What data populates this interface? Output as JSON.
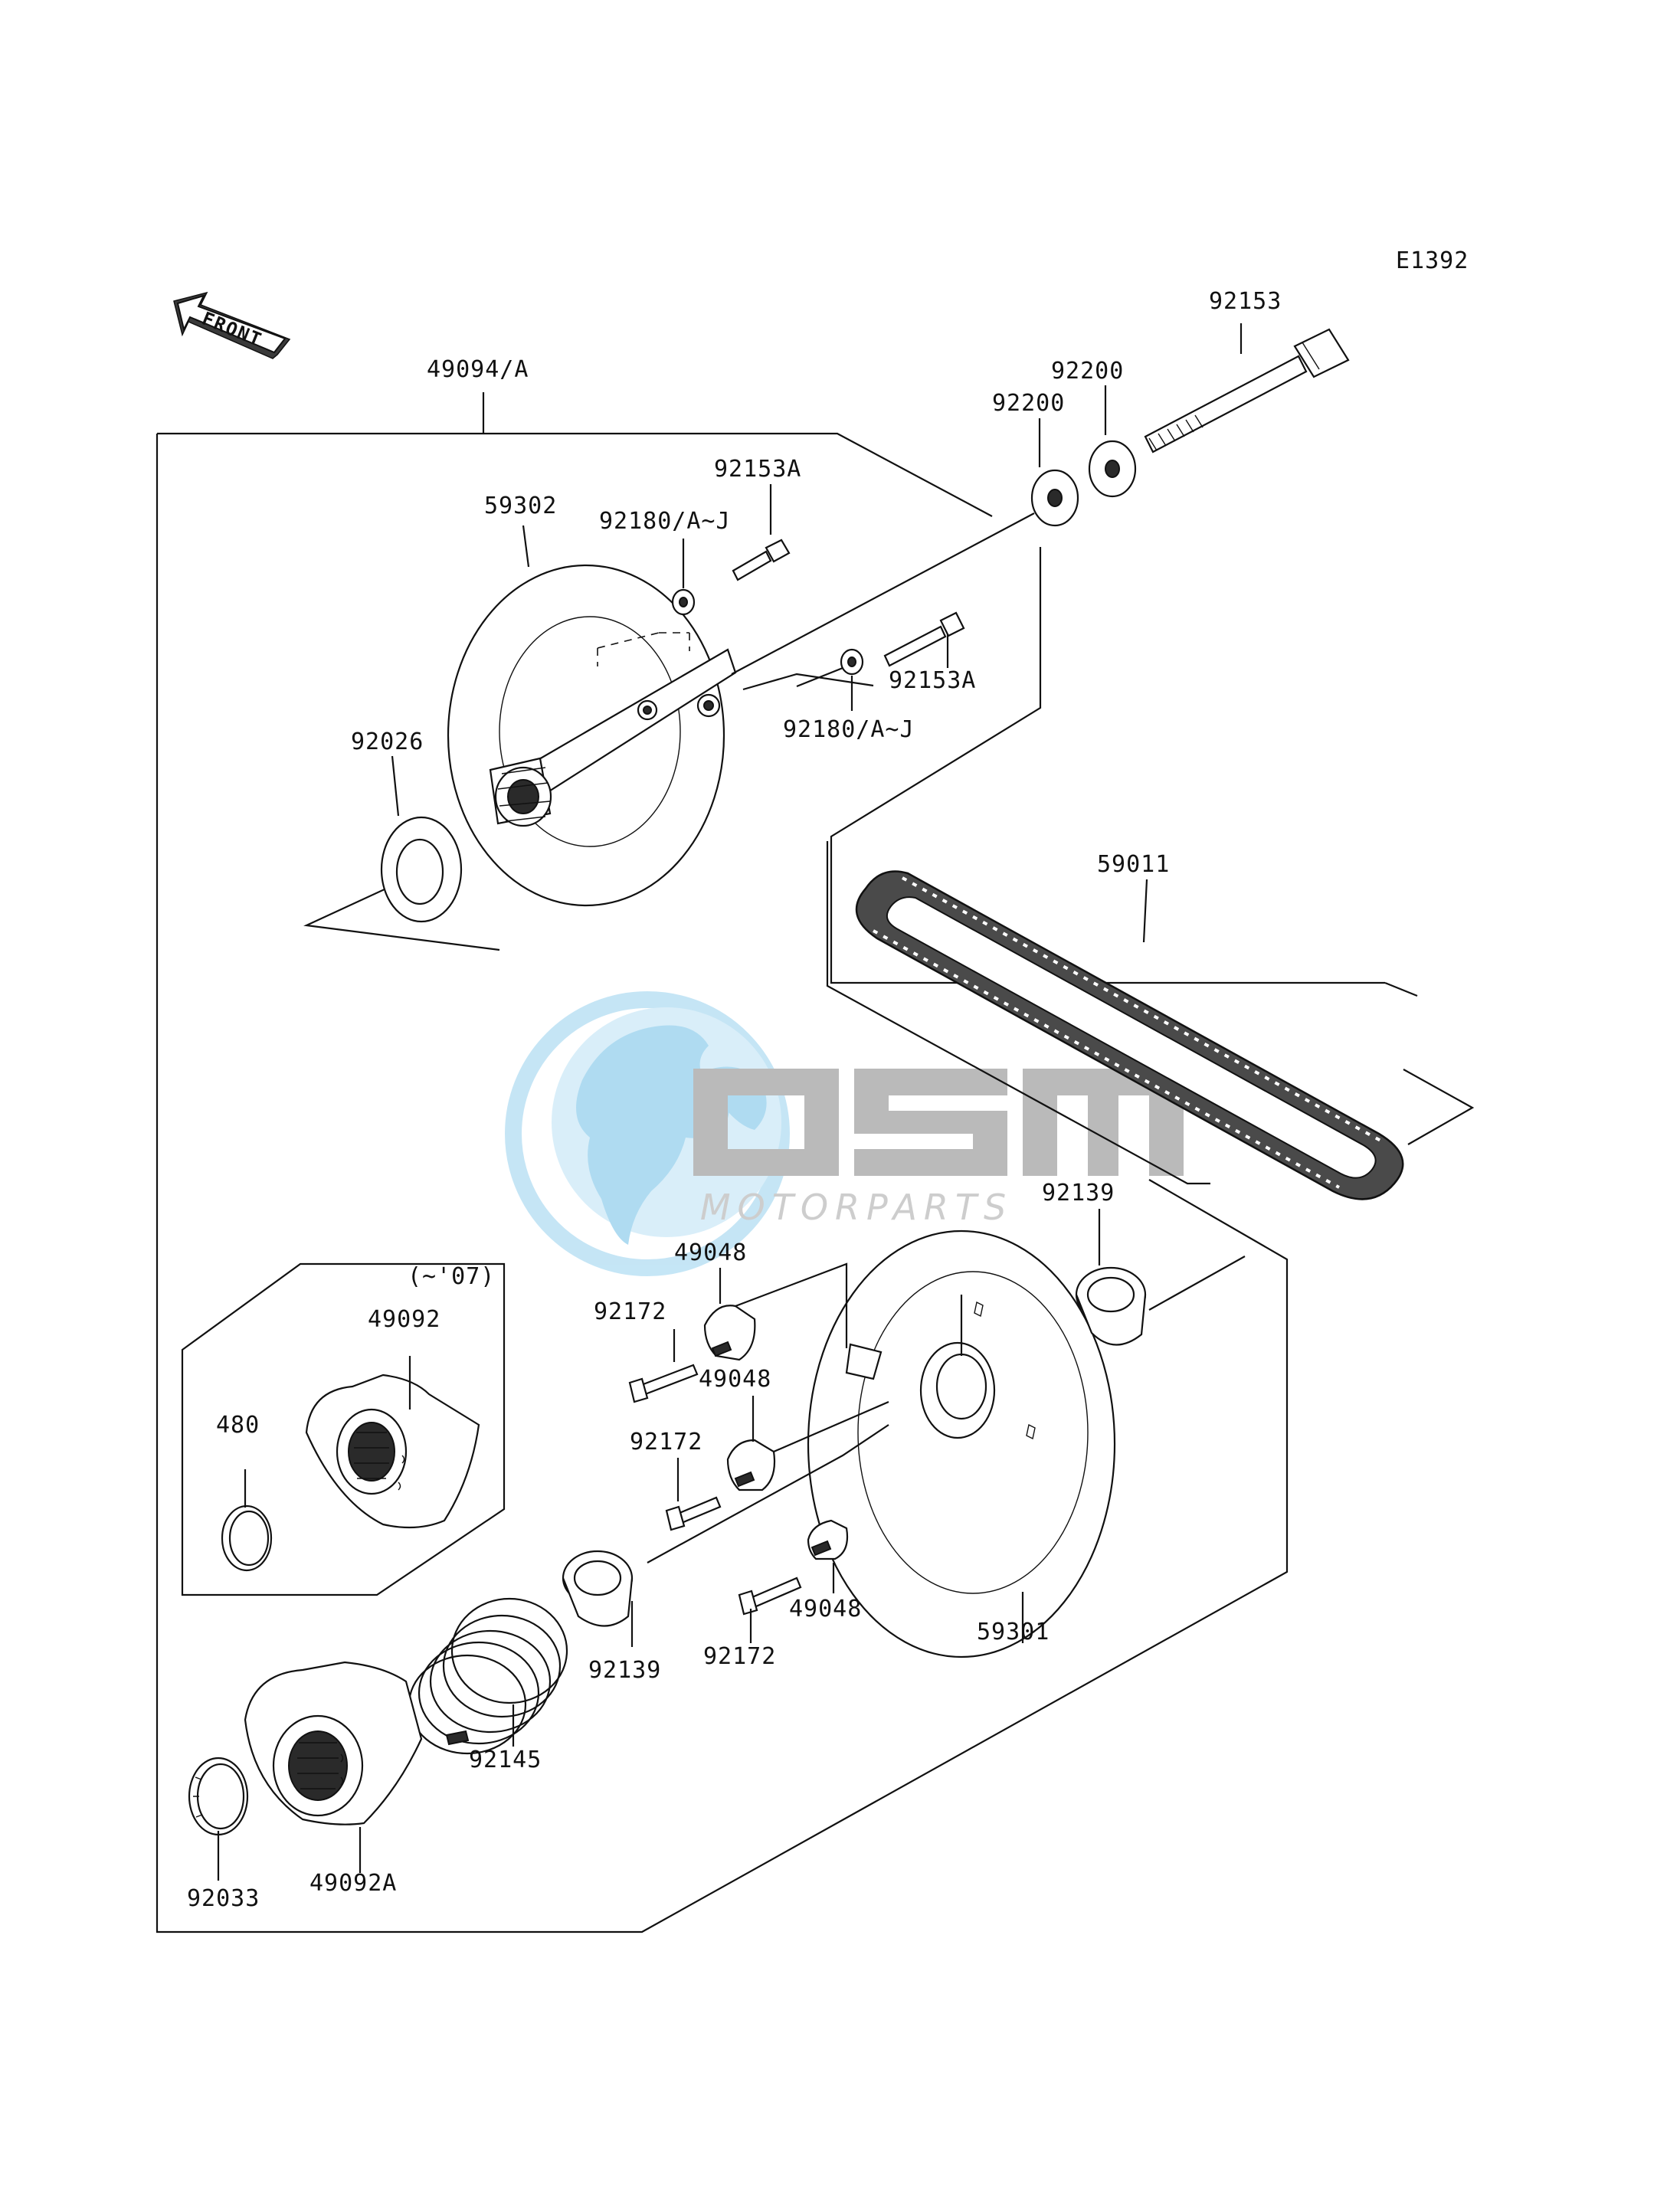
{
  "diagram_code": "E1392",
  "front_arrow_text": "FRONT",
  "variant_note": "(~'07)",
  "watermark": {
    "brand": "OSM",
    "subtitle": "MOTORPARTS",
    "colors": {
      "globe": "#bfe3f5",
      "letters": "#b3b3b3"
    }
  },
  "labels": {
    "l49094A": "49094/A",
    "l92153": "92153",
    "l92200a": "92200",
    "l92200b": "92200",
    "l92153Aa": "92153A",
    "l59302": "59302",
    "l92180a": "92180/A~J",
    "l92153Ab": "92153A",
    "l92180b": "92180/A~J",
    "l92026": "92026",
    "l59011": "59011",
    "l92139a": "92139",
    "l49048a": "49048",
    "l92172a": "92172",
    "l49048b": "49048",
    "l92172b": "92172",
    "l49092": "49092",
    "l480": "480",
    "l49048c": "49048",
    "l59301": "59301",
    "l92139b": "92139",
    "l92172c": "92172",
    "l92145": "92145",
    "l92033": "92033",
    "l49092A": "49092A"
  }
}
